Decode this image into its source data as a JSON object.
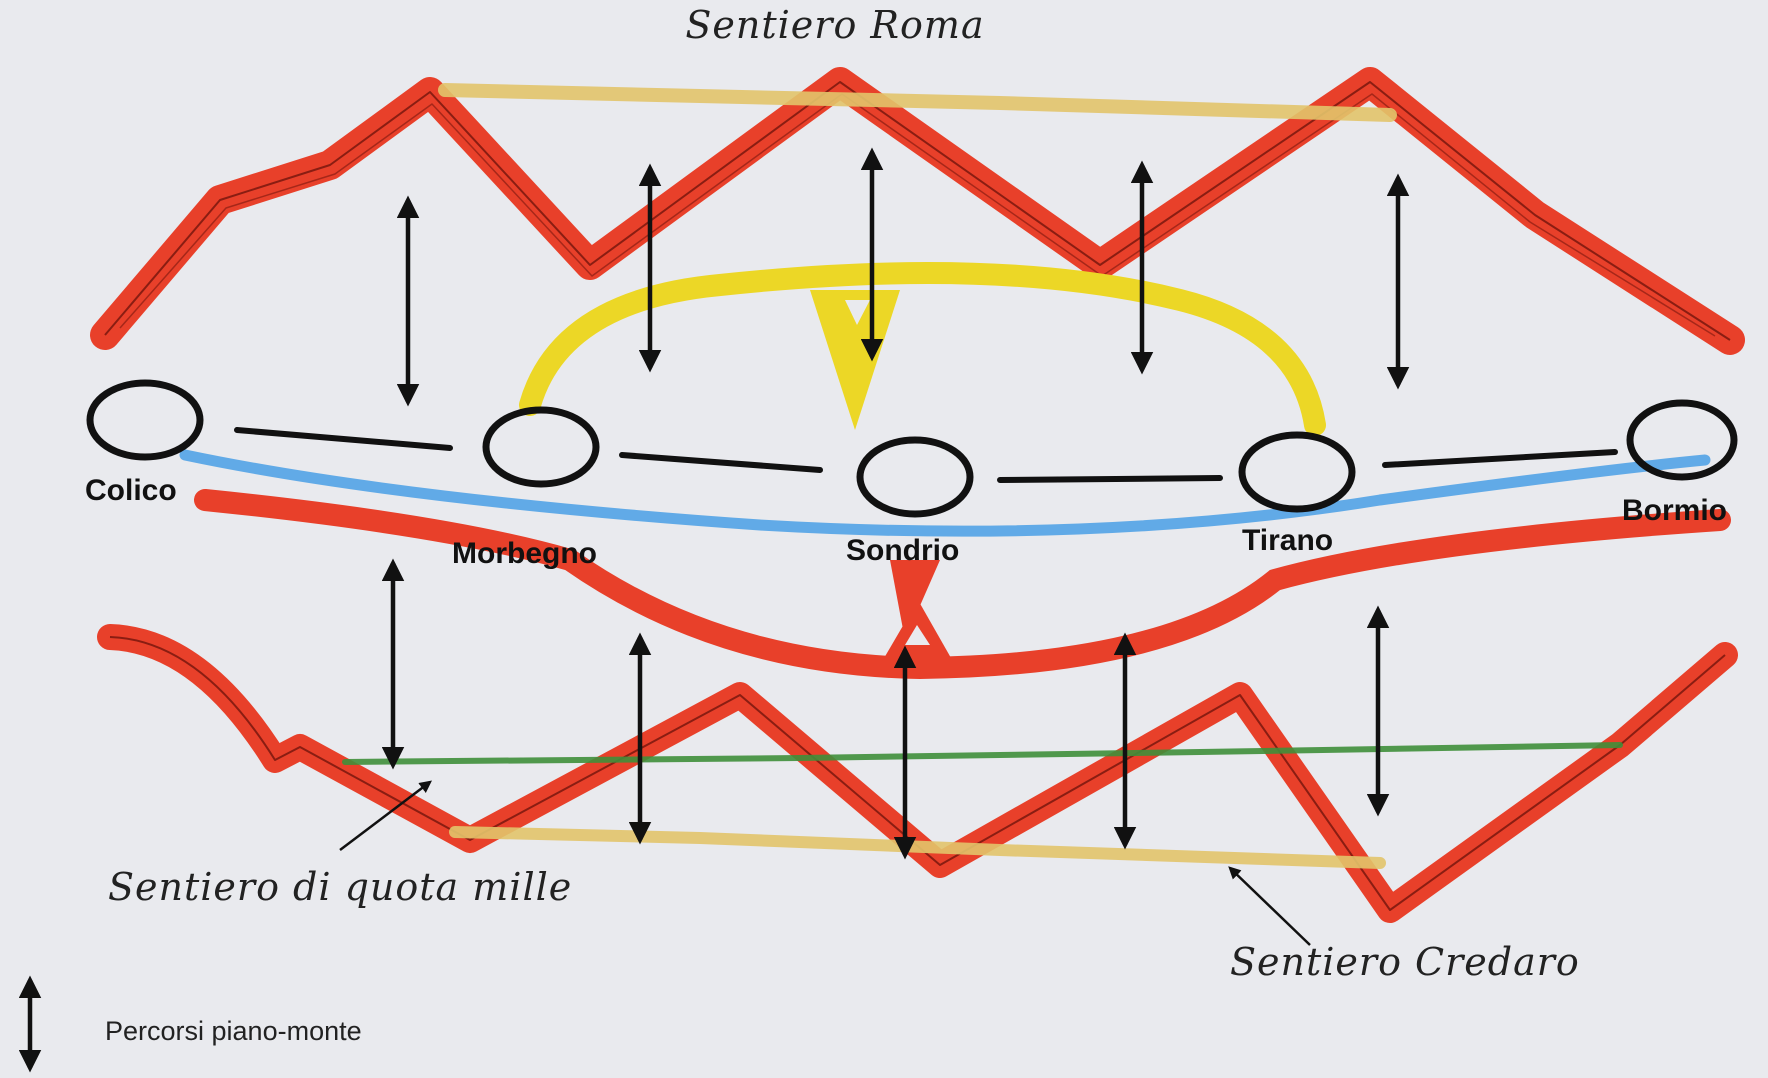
{
  "titles": {
    "roma": "Sentiero Roma",
    "quota_mille": "Sentiero di quota mille",
    "credaro": "Sentiero Credaro"
  },
  "cities": [
    "Colico",
    "Morbegno",
    "Sondrio",
    "Tirano",
    "Bormio"
  ],
  "legend": {
    "icon": "double-arrow-icon",
    "label": "Percorsi piano-monte"
  },
  "colors": {
    "mountain_red": "#e8402a",
    "mountain_dark": "#8a1d12",
    "yellow_route": "#ecd726",
    "blue_river": "#5aa7e6",
    "green_trail": "#3f8f3a",
    "gold_trail": "#e2c46a",
    "ink": "#111111"
  }
}
